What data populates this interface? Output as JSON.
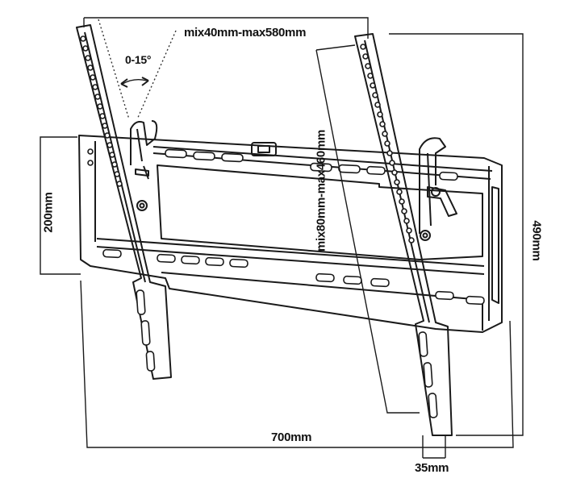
{
  "labels": {
    "arm_spacing": "mix40mm-max580mm",
    "tilt": "0-15°",
    "vertical_hole_range": "mix80mm-max460mm",
    "plate_height": "200mm",
    "total_height": "490mm",
    "total_width": "700mm",
    "arm_width": "35mm"
  },
  "colors": {
    "line": "#1a1a1a",
    "background": "#ffffff"
  }
}
